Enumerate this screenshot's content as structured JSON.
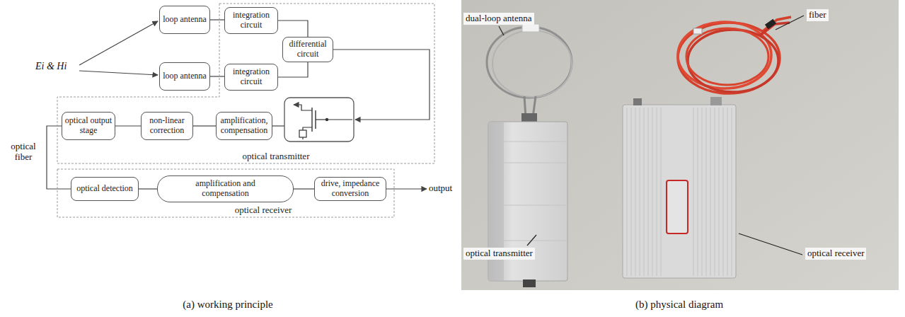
{
  "diagram": {
    "nodes": [
      {
        "text": [
          "loop antenna"
        ]
      },
      {
        "text": [
          "loop antenna"
        ]
      },
      {
        "text": [
          "optical transmitter"
        ]
      },
      {
        "text": [
          "integration circuit"
        ],
        "in": 2
      },
      {
        "text": [
          "integration circuit"
        ],
        "in": 2
      },
      {
        "text": [
          "differential circuit"
        ],
        "in": 2
      },
      {
        "text": [
          "amplification, compensation"
        ],
        "in": 2
      },
      {
        "text": [
          "non-linear correction"
        ],
        "in": 2
      },
      {
        "text": [
          "optical output stage"
        ],
        "in": 2
      },
      {
        "text": [
          "optical receiver"
        ]
      },
      {
        "text": [
          "optical detection"
        ],
        "in": 9
      },
      {
        "text": [
          "amplification and compensation"
        ],
        "in": 9
      },
      {
        "text": [
          "drive, impedance conversion"
        ],
        "in": 9
      }
    ],
    "edges": [
      {
        "from": 0,
        "to": 3,
        "arrow": "none"
      },
      {
        "from": 1,
        "to": 4,
        "arrow": "none"
      },
      {
        "from": 3,
        "to": 5,
        "arrow": "none"
      },
      {
        "from": 4,
        "to": 5,
        "arrow": "none"
      },
      {
        "from": 6,
        "to": 7,
        "arrow": "none"
      },
      {
        "from": 7,
        "to": 8,
        "arrow": "none"
      },
      {
        "from": 8,
        "to": 10,
        "arrow": "none"
      },
      {
        "from": 10,
        "to": 11,
        "arrow": "none"
      },
      {
        "from": 11,
        "to": 12,
        "arrow": "none"
      }
    ],
    "labels": [
      "Ei & Hi",
      "optical fiber",
      "output",
      "(a) working principle",
      "dual-loop antenna",
      "fiber",
      "optical transmitter",
      "optical receiver",
      "(b) physical diagram"
    ]
  }
}
